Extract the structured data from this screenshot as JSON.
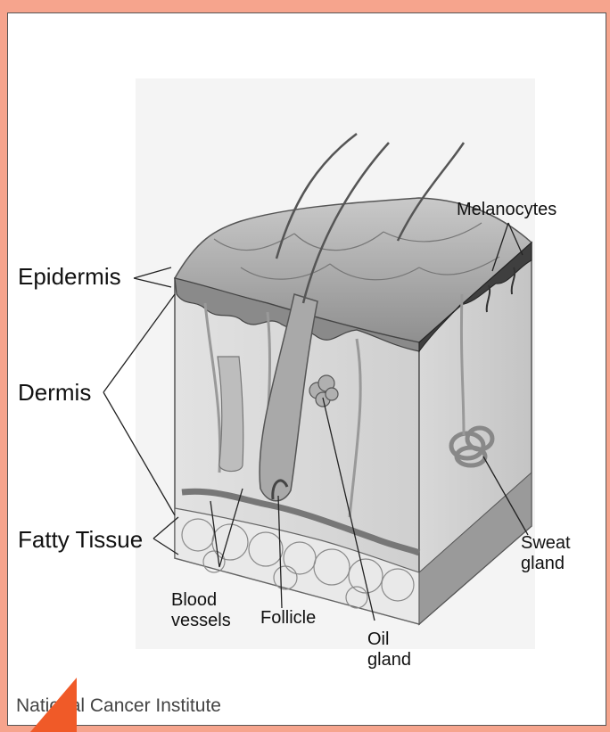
{
  "labels": {
    "epidermis": "Epidermis",
    "dermis": "Dermis",
    "fatty_tissue": "Fatty Tissue",
    "melanocytes": "Melanocytes",
    "sweat_gland": "Sweat\ngland",
    "blood_vessels": "Blood\nvessels",
    "follicle": "Follicle",
    "oil_gland": "Oil\ngland"
  },
  "credit": "National Cancer Institute",
  "colors": {
    "background": "#f6a48d",
    "frame": "#ffffff",
    "corner_accent": "#f05a28"
  }
}
